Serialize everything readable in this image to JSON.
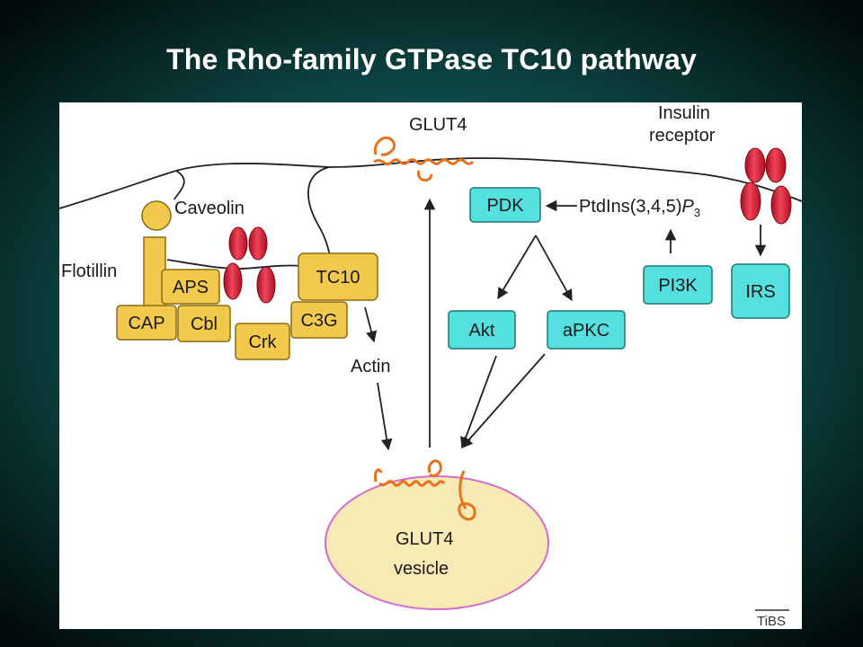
{
  "title": "The Rho-family GTPase TC10 pathway",
  "labels": {
    "glut4_top": "GLUT4",
    "insulin_line1": "Insulin",
    "insulin_line2": "receptor",
    "caveolin": "Caveolin",
    "flotillin": "Flotillin",
    "actin": "Actin",
    "ptdins": "PtdIns(3,4,5)",
    "ptdins_sub": "P",
    "ptdins_subscript": "3",
    "vesicle_line1": "GLUT4",
    "vesicle_line2": "vesicle",
    "source": "TiBS"
  },
  "boxes": {
    "aps": "APS",
    "cap": "CAP",
    "cbl": "Cbl",
    "crk": "Crk",
    "c3g": "C3G",
    "tc10": "TC10",
    "pdk": "PDK",
    "akt": "Akt",
    "apkc": "aPKC",
    "pi3k": "PI3K",
    "irs": "IRS"
  },
  "colors": {
    "yellow_box": "#f2c94c",
    "cyan_box": "#55e0e0",
    "receptor_red": "#d9142b",
    "glut4_orange": "#e8711e",
    "vesicle_fill": "#f7eab4",
    "vesicle_stroke": "#d36bcf"
  }
}
